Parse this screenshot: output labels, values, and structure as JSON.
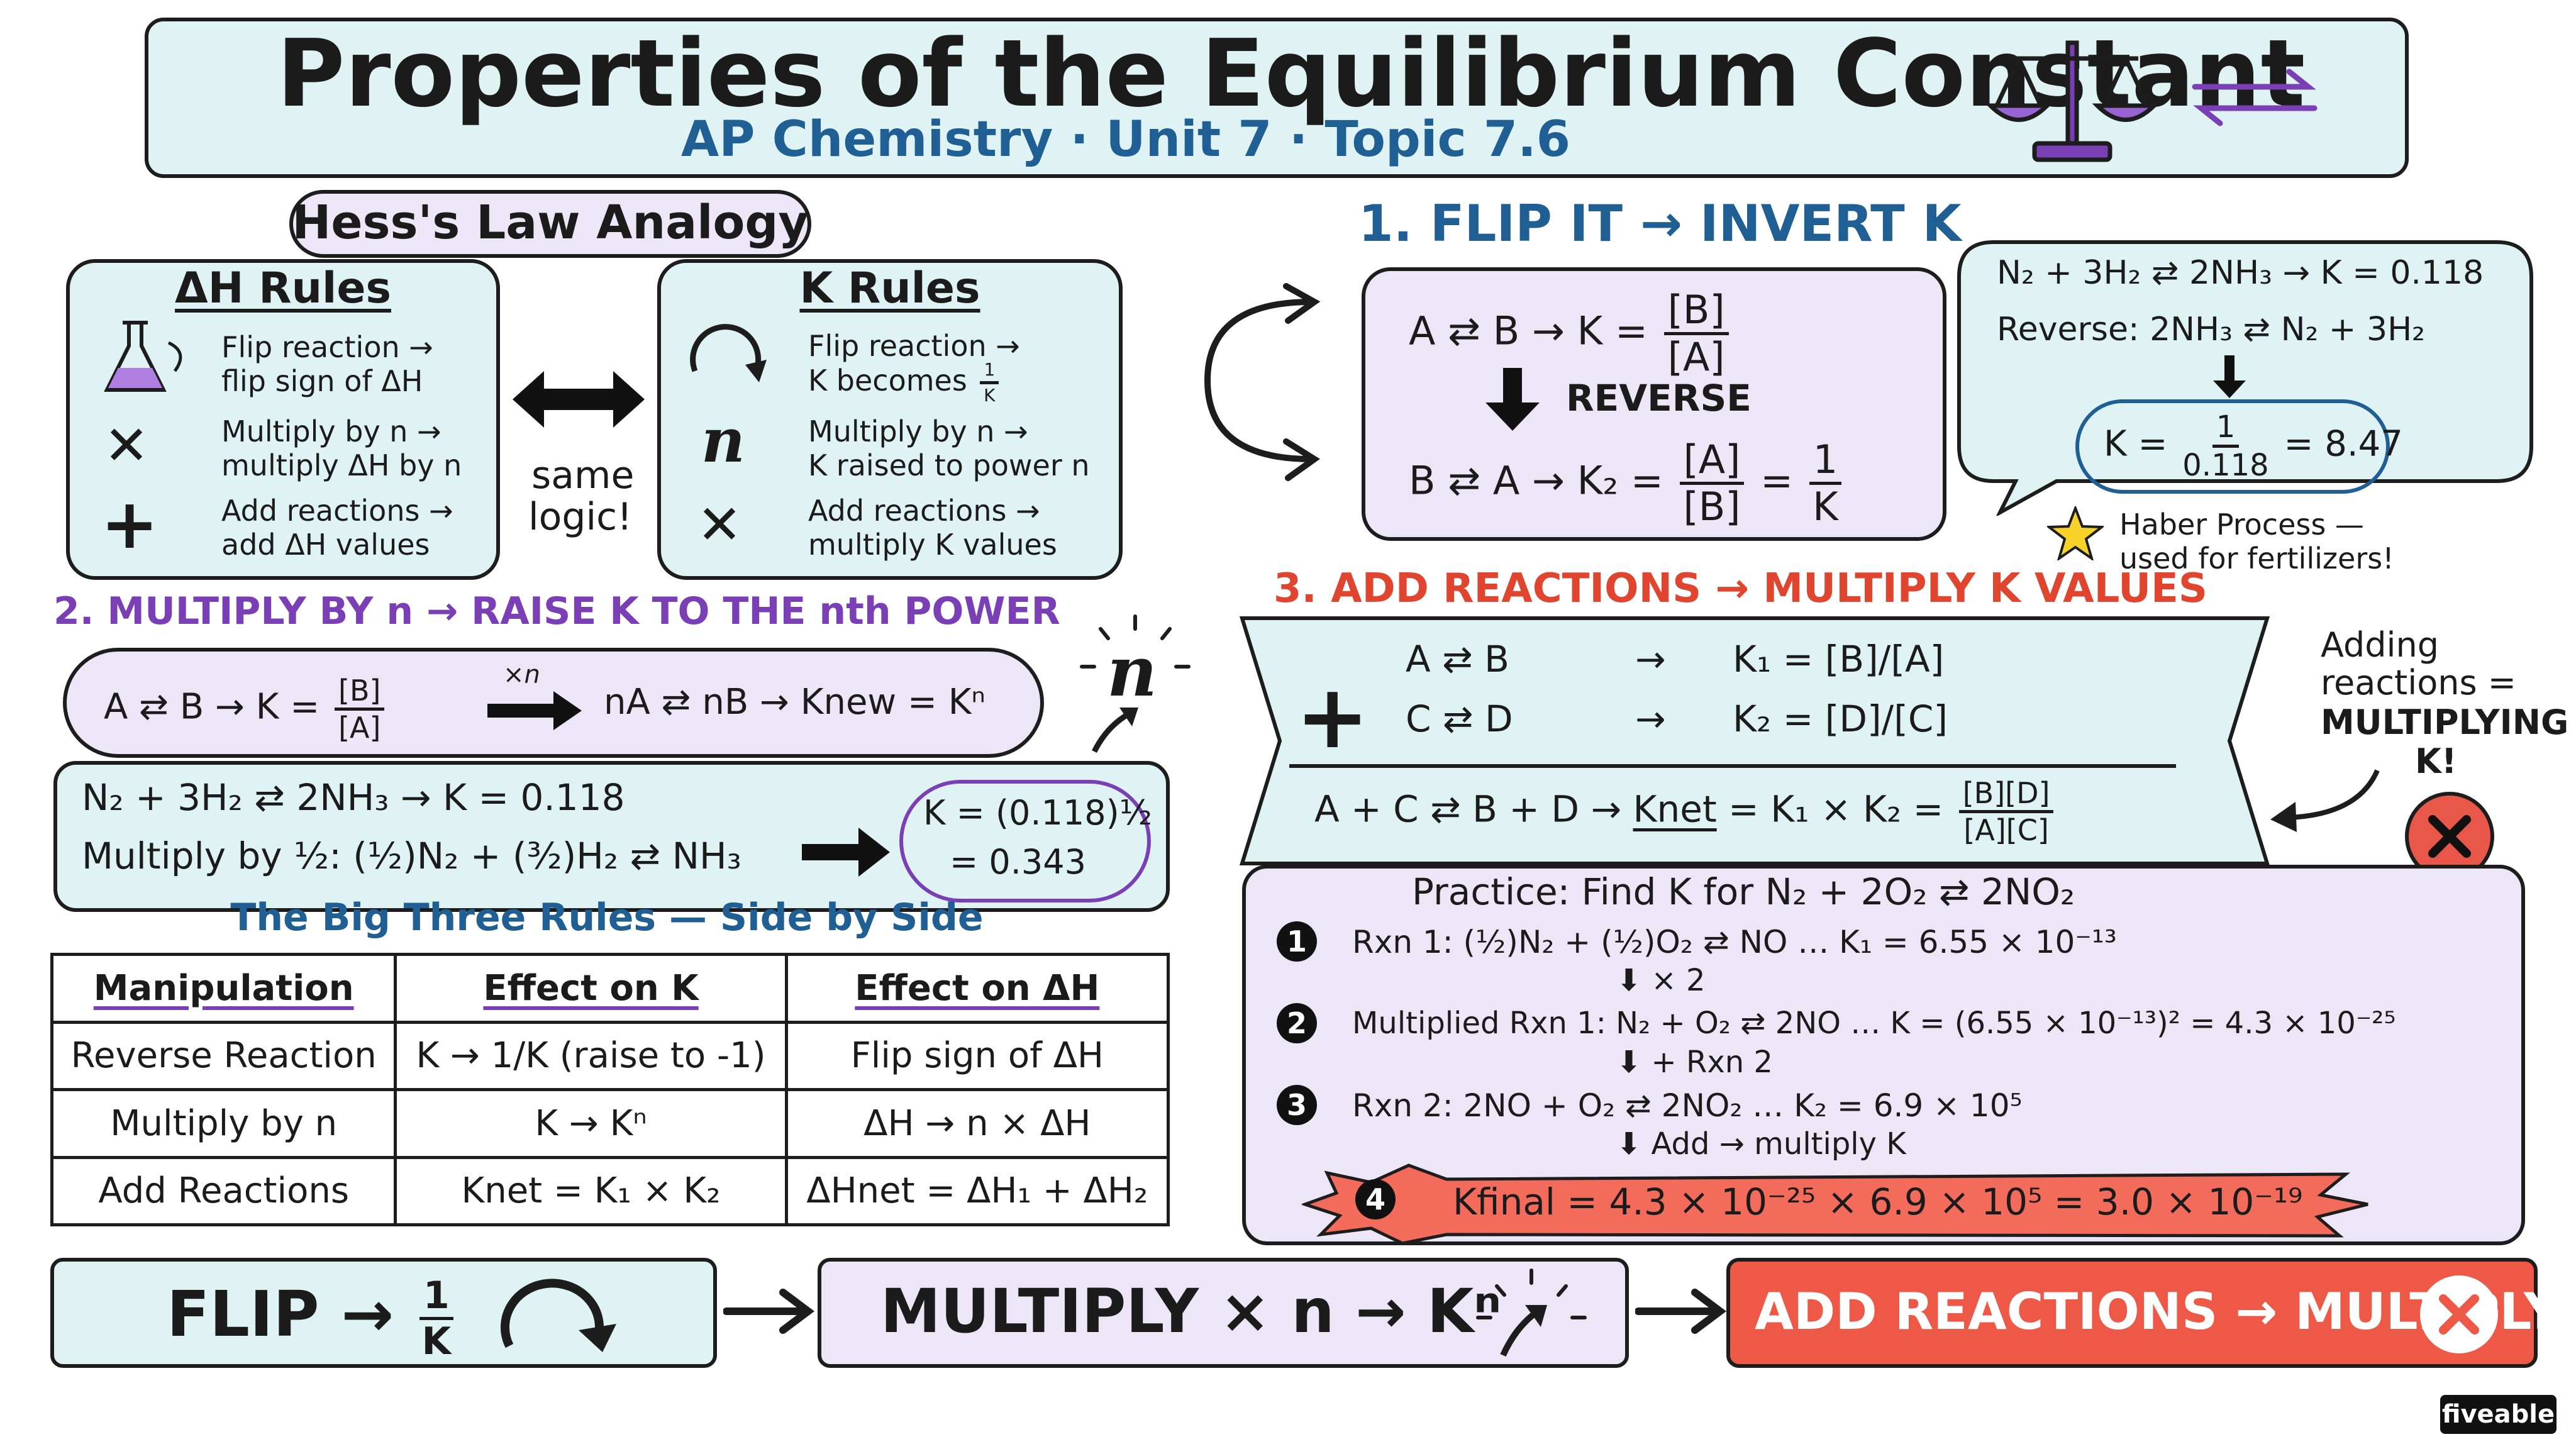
{
  "header": {
    "title": "Properties of the Equilibrium Constant",
    "subtitle": "AP Chemistry · Unit 7 · Topic 7.6"
  },
  "hess": {
    "tag": "Hess's Law Analogy",
    "dh_title": "ΔH Rules",
    "dh_rule1_l1": "Flip reaction →",
    "dh_rule1_l2": "flip sign of ΔH",
    "dh_rule2_l1": "Multiply by n →",
    "dh_rule2_l2": "multiply ΔH by n",
    "dh_rule3_l1": "Add reactions →",
    "dh_rule3_l2": "add ΔH values",
    "same_logic_l1": "same",
    "same_logic_l2": "logic!",
    "k_title": "K Rules",
    "k_rule1_l1": "Flip reaction →",
    "k_rule1_l2": "K becomes",
    "k_rule2_l1": "Multiply by n →",
    "k_rule2_l2": "K raised to power n",
    "k_rule3_l1": "Add reactions →",
    "k_rule3_l2": "multiply K values",
    "n_glyph": "n",
    "x_glyph": "✕",
    "plus_glyph": "+"
  },
  "flip": {
    "heading": "1. FLIP IT → INVERT K",
    "row1_eq": "A ⇄ B  →  K =",
    "row1_num": "[B]",
    "row1_den": "[A]",
    "reverse_label": "REVERSE",
    "row2_eq": "B ⇄ A  →  K₂ =",
    "row2_num": "[A]",
    "row2_den": "[B]",
    "row2_eq2": "=",
    "row2_frac_num": "1",
    "row2_frac_den": "K",
    "bubble_l1": "N₂ + 3H₂ ⇄ 2NH₃ → K = 0.118",
    "bubble_l2": "Reverse:  2NH₃ ⇄ N₂ + 3H₂",
    "bubble_k": "K =",
    "bubble_num": "1",
    "bubble_den": "0.118",
    "bubble_result": "= 8.47",
    "haber_l1": "Haber Process —",
    "haber_l2": "used for fertilizers!"
  },
  "multiply": {
    "heading": "2. MULTIPLY BY n → RAISE K TO THE nth POWER",
    "cloud_left": "A ⇄ B  →  K =",
    "cloud_num": "[B]",
    "cloud_den": "[A]",
    "arrow_label": "×n",
    "cloud_right": "nA ⇄ nB  →  Knew = Kⁿ",
    "n_burst": "n",
    "ex_l1": "N₂ + 3H₂ ⇄ 2NH₃ → K = 0.118",
    "ex_l2": "Multiply by ½:  (½)N₂ + (³⁄₂)H₂ ⇄ NH₃",
    "ex_res1": "K = (0.118)½",
    "ex_res2": "= 0.343"
  },
  "table": {
    "title": "The Big Three Rules — Side by Side",
    "headers": [
      "Manipulation",
      "Effect on K",
      "Effect on ΔH"
    ],
    "rows": [
      [
        "Reverse Reaction",
        "K → 1/K (raise to -1)",
        "Flip sign of ΔH"
      ],
      [
        "Multiply by n",
        "K → Kⁿ",
        "ΔH → n × ΔH"
      ],
      [
        "Add Reactions",
        "Knet = K₁ × K₂",
        "ΔHnet = ΔH₁ + ΔH₂"
      ]
    ]
  },
  "add": {
    "heading": "3. ADD REACTIONS → MULTIPLY K VALUES",
    "r1_left": "A ⇄ B",
    "r1_right": "K₁ = [B]/[A]",
    "r2_left": "C ⇄ D",
    "r2_right": "K₂ = [D]/[C]",
    "sum_left": "A + C ⇄ B + D  →",
    "sum_knet": "Knet",
    "sum_mid": "= K₁ × K₂ =",
    "sum_num": "[B][D]",
    "sum_den": "[A][C]",
    "arrow": "→",
    "plus": "+",
    "note_l1": "Adding",
    "note_l2": "reactions =",
    "note_l3": "MULTIPLYING",
    "note_l4": "K!"
  },
  "practice": {
    "title": "Practice:  Find K for N₂ + 2O₂ ⇄ 2NO₂",
    "step1": "Rxn 1:  (½)N₂ + (½)O₂ ⇄ NO  …  K₁ = 6.55 × 10⁻¹³",
    "step1_arrow": "× 2",
    "step2": "Multiplied Rxn 1:  N₂ + O₂ ⇄ 2NO  …  K = (6.55 × 10⁻¹³)² = 4.3 × 10⁻²⁵",
    "step2_arrow": "+ Rxn 2",
    "step3": "Rxn 2:  2NO + O₂ ⇄ 2NO₂  …  K₂ = 6.9 × 10⁵",
    "step3_arrow": "Add → multiply K",
    "step4": "Kfinal  =  4.3 × 10⁻²⁵ × 6.9 × 10⁵  =  3.0 × 10⁻¹⁹",
    "n1": "1",
    "n2": "2",
    "n3": "3",
    "n4": "4"
  },
  "footer": {
    "flip_label": "FLIP →",
    "flip_num": "1",
    "flip_den": "K",
    "multiply_label": "MULTIPLY × n → Kⁿ",
    "add_label": "ADD REACTIONS → MULTIPLY K",
    "brand": "fiveable"
  },
  "colors": {
    "teal_bg": "#dff3f4",
    "lavender_bg": "#ece6f7",
    "red": "#e0452f",
    "purple": "#7b3fb5",
    "navy": "#1f5f94"
  }
}
